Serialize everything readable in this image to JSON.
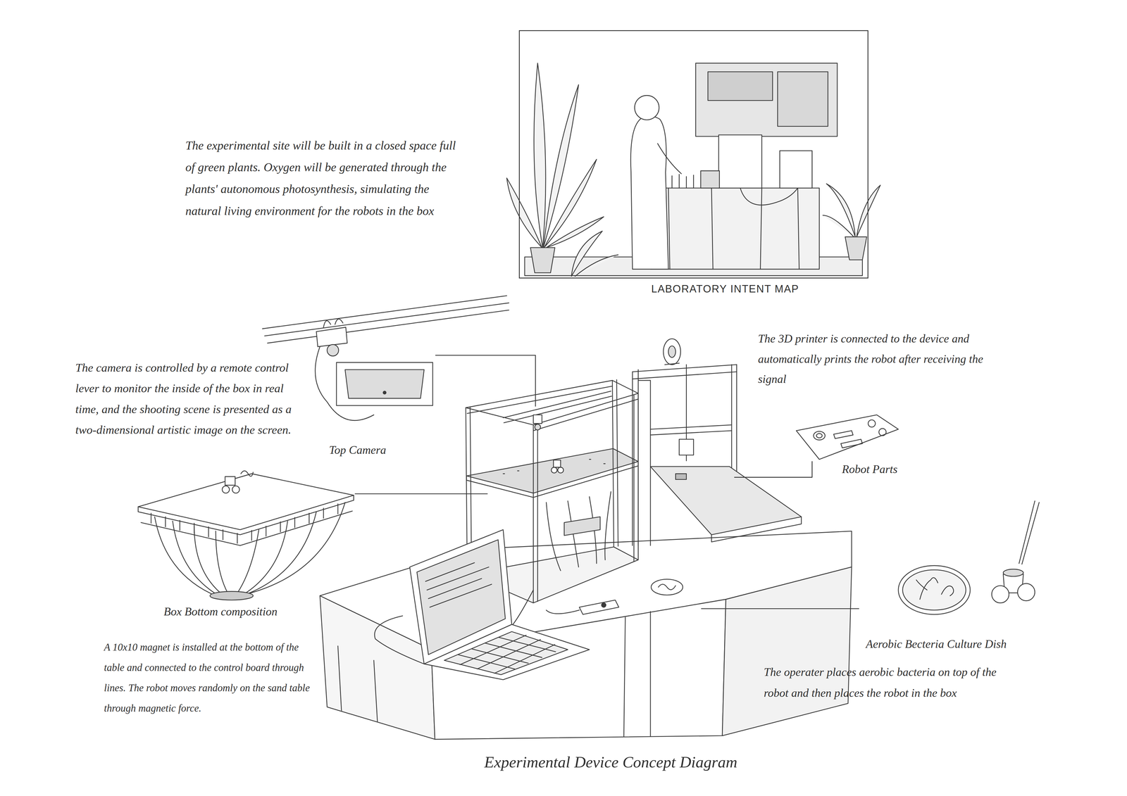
{
  "diagram": {
    "caption": "Experimental Device Concept Diagram",
    "nodes": [
      {
        "text": [
          "LABORATORY INTENT MAP"
        ]
      }
    ],
    "labels": [
      "The experimental site will be built in a closed space full of green plants. Oxygen will be generated through the plants' autonomous photosynthesis, simulating the natural living environment for the robots in the box",
      "The camera is controlled by a remote control lever to monitor the inside of the box in real time, and the shooting scene is presented as a two-dimensional artistic image on the screen.",
      "Top Camera",
      "The 3D printer is connected to the device and automatically prints the robot after receiving the signal",
      "Robot Parts",
      "Box Bottom composition",
      "A 10x10 magnet is installed at the bottom of the table and connected to the control board through lines. The robot moves randomly on the sand table through magnetic force.",
      "Aerobic Becteria Culture Dish",
      "The operater places aerobic bacteria on top of the robot and then places the robot in the box"
    ]
  }
}
